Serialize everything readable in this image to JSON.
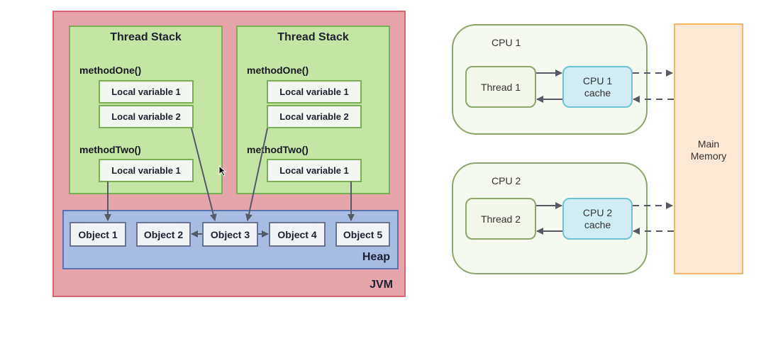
{
  "jvm": {
    "label": "JVM",
    "thread_stacks": [
      {
        "title": "Thread Stack",
        "methods": [
          {
            "name": "methodOne()",
            "locals": [
              "Local variable 1",
              "Local variable 2"
            ]
          },
          {
            "name": "methodTwo()",
            "locals": [
              "Local variable 1"
            ]
          }
        ]
      },
      {
        "title": "Thread Stack",
        "methods": [
          {
            "name": "methodOne()",
            "locals": [
              "Local variable 1",
              "Local variable 2"
            ]
          },
          {
            "name": "methodTwo()",
            "locals": [
              "Local variable 1"
            ]
          }
        ]
      }
    ],
    "heap": {
      "label": "Heap",
      "objects": [
        "Object 1",
        "Object 2",
        "Object 3",
        "Object 4",
        "Object 5"
      ]
    },
    "references": [
      {
        "from": "stack1.methodTwo.local1",
        "to": "Object 1"
      },
      {
        "from": "stack1.methodOne.local2",
        "to": "Object 3"
      },
      {
        "from": "stack2.methodOne.local2",
        "to": "Object 3"
      },
      {
        "from": "stack2.methodTwo.local1",
        "to": "Object 5"
      },
      {
        "from": "Object 3",
        "to": "Object 2"
      },
      {
        "from": "Object 3",
        "to": "Object 4"
      }
    ]
  },
  "cpus": [
    {
      "label": "CPU 1",
      "thread": "Thread 1",
      "cache_line1": "CPU 1",
      "cache_line2": "cache"
    },
    {
      "label": "CPU 2",
      "thread": "Thread 2",
      "cache_line1": "CPU 2",
      "cache_line2": "cache"
    }
  ],
  "main_memory": {
    "line1": "Main",
    "line2": "Memory"
  },
  "colors": {
    "jvm_fill": "#e6a5ab",
    "stack_fill": "#c5e5a5",
    "heap_fill": "#a9bce4",
    "cache_fill": "#d2ecf3",
    "memory_fill": "#fde8d6"
  }
}
